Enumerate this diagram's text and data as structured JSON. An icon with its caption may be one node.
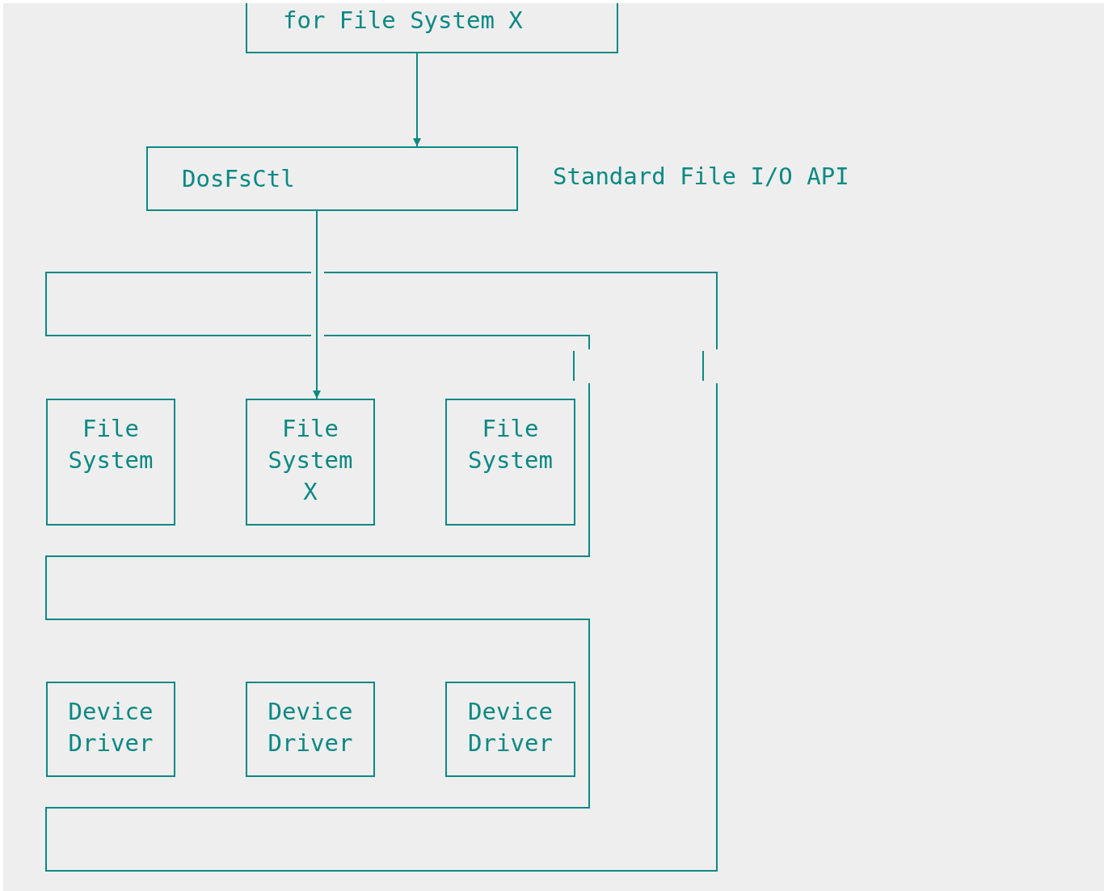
{
  "diagram": {
    "nodes": [
      {
        "text": [
          "for File System X"
        ]
      },
      {
        "text": [
          "DosFsCtl"
        ],
        "beside": [
          "Standard File I/O API"
        ]
      },
      {
        "text": [
          "File System"
        ]
      },
      {
        "text": [
          "File System X"
        ]
      },
      {
        "text": [
          "File System"
        ]
      },
      {
        "text": [
          "Device Driver"
        ]
      },
      {
        "text": [
          "Device Driver"
        ]
      },
      {
        "text": [
          "Device Driver"
        ]
      }
    ],
    "edges": [
      {
        "from": 0,
        "to": 1,
        "arrow": "to"
      },
      {
        "from": 1,
        "to": 3,
        "arrow": "to"
      }
    ]
  }
}
